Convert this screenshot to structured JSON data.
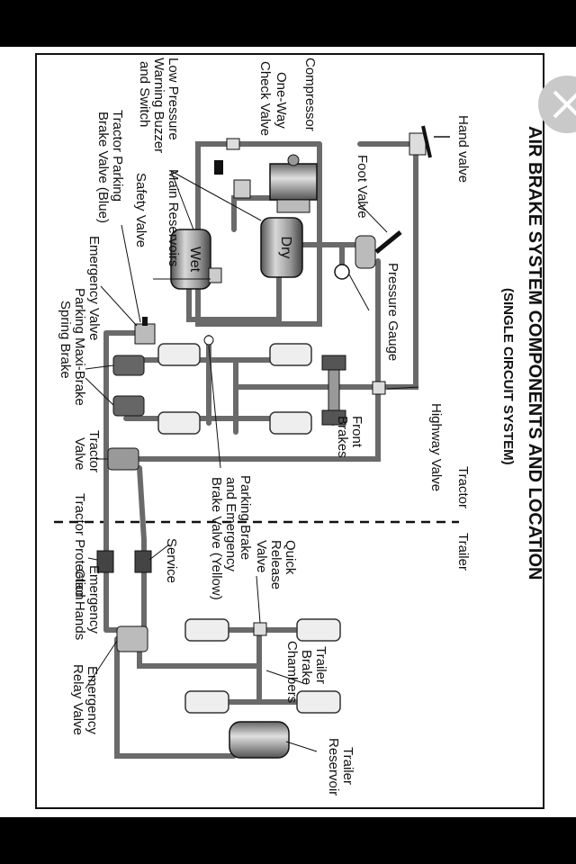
{
  "ui": {
    "close_icon": "close-icon"
  },
  "diagram": {
    "title": "AIR BRAKE SYSTEM COMPONENTS AND LOCATION",
    "subtitle": "(SINGLE CIRCUIT SYSTEM)",
    "section_tractor": "Tractor",
    "section_trailer": "Trailer",
    "labels": {
      "hand_valve": "Hand valve",
      "compressor": "Compressor",
      "one_way_1": "One-Way",
      "one_way_2": "Check Valve",
      "low_pressure_1": "Low Pressure",
      "low_pressure_2": "Warning Buzzer",
      "low_pressure_3": "and Switch",
      "tractor_parking_1": "Tractor Parking",
      "tractor_parking_2": "Brake Valve (Blue)",
      "safety_valve": "Safety Valve",
      "main_reservoirs": "Main Reservoirs",
      "foot_valve": "Foot Valve",
      "pressure_gauge": "Pressure Gauge",
      "dry": "Dry",
      "wet": "Wet",
      "emergency_valve": "Emergency Valve",
      "parking_maxi_1": "Parking Maxi-Brake",
      "parking_maxi_2": "Spring Brake",
      "highway_valve": "Highway Valve",
      "front_brakes_1": "Front",
      "front_brakes_2": "Brakes",
      "tractor_protection_1": "Tractor",
      "tractor_protection_2": "Valve",
      "tractor_protection_3": "Tractor Protection",
      "parking_emergency_1": "Parking Brake",
      "parking_emergency_2": "and Emergency",
      "parking_emergency_3": "Brake Valve (Yellow)",
      "quick_release_1": "Quick",
      "quick_release_2": "Release",
      "quick_release_3": "Valve",
      "service": "Service",
      "emergency_glad_1": "Emergency",
      "emergency_glad_2": "Glad Hands",
      "trailer_brake_1": "Trailer",
      "trailer_brake_2": "Brake",
      "trailer_brake_3": "Chambers",
      "emergency_relay_1": "Emergency",
      "emergency_relay_2": "Relay Valve",
      "trailer_reservoir_1": "Trailer",
      "trailer_reservoir_2": "Reservoir"
    }
  }
}
